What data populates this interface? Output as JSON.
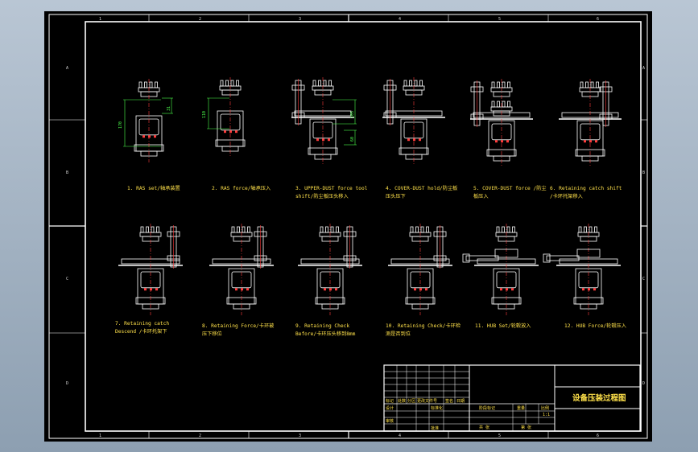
{
  "border": {
    "top_zones": [
      "1",
      "2",
      "3",
      "4",
      "5",
      "6"
    ],
    "bottom_zones": [
      "1",
      "2",
      "3",
      "4",
      "5",
      "6"
    ],
    "left_zones": [
      "A",
      "B",
      "C",
      "D"
    ],
    "right_zones": [
      "A",
      "B",
      "C",
      "D"
    ]
  },
  "steps": [
    {
      "line1": "1. RAS set/轴承装置",
      "line2": ""
    },
    {
      "line1": "2. RAS force/轴承压入",
      "line2": ""
    },
    {
      "line1": "3. UPPER-DUST force tool",
      "line2": "shift/防尘板压头移入"
    },
    {
      "line1": "4. COVER-DUST hold/防尘板",
      "line2": "压头压下"
    },
    {
      "line1": "5. COVER-DUST force /防尘",
      "line2": "板压入"
    },
    {
      "line1": "6. Retaining catch shift",
      "line2": "/卡环托架移入"
    },
    {
      "line1": "7. Retaining catch",
      "line2": "Descend /卡环托架下"
    },
    {
      "line1": "8. Retaining Force/卡环被",
      "line2": "压下移位"
    },
    {
      "line1": "9. Retaining Check",
      "line2": "Before/卡环压头移到8mm"
    },
    {
      "line1": "10. Retaining Check/卡环检",
      "line2": "测是否到位"
    },
    {
      "line1": "11. HUB Set/轮毂放入",
      "line2": ""
    },
    {
      "line1": "12. HUB Force/轮毂压入",
      "line2": ""
    }
  ],
  "dimensions": {
    "d1": "170",
    "d2": "110",
    "d3": "105",
    "d4": "60",
    "d5": "31"
  },
  "title_block": {
    "drawing_title": "设备压装过程图",
    "row_labels": [
      "标记",
      "处数",
      "分区",
      "更改文件号",
      "签名",
      "日期"
    ],
    "design": "设计",
    "standard": "标准化",
    "review": "审核",
    "approve": "批准",
    "stage_label": "阶段标记",
    "weight_label": "重量",
    "scale_label": "比例",
    "scale_value": "1:1",
    "sheet_total": "共 张",
    "sheet_no": "第 张"
  }
}
